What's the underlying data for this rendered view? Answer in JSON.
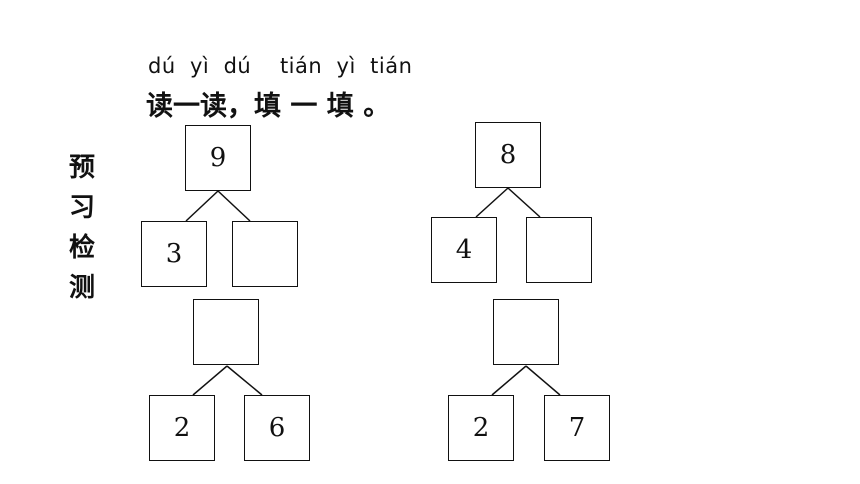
{
  "side_label": [
    "预",
    "习",
    "检",
    "测"
  ],
  "pinyin": "dú  yì  dú    tián  yì  tián",
  "instruction": "读一读，填 一 填 。",
  "diagrams": [
    {
      "top": "9",
      "left": "3",
      "right": ""
    },
    {
      "top": "8",
      "left": "4",
      "right": ""
    },
    {
      "top": "",
      "left": "2",
      "right": "6"
    },
    {
      "top": "",
      "left": "2",
      "right": "7"
    }
  ]
}
